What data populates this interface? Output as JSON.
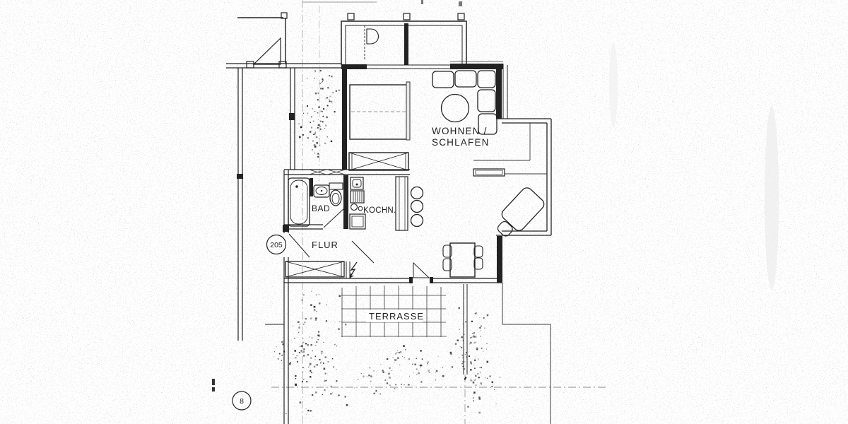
{
  "labels": {
    "living_line1": "WOHNEN /",
    "living_line2": "SCHLAFEN",
    "bath": "BAD",
    "kitchen": "KOCHN.",
    "hall": "FLUR",
    "terrace": "TERRASSE"
  },
  "badges": {
    "unit_number": "205",
    "corner_number": "8"
  },
  "colors": {
    "ink": "#1f1f1f",
    "paper": "#ffffff",
    "faint_line": "#999999"
  }
}
